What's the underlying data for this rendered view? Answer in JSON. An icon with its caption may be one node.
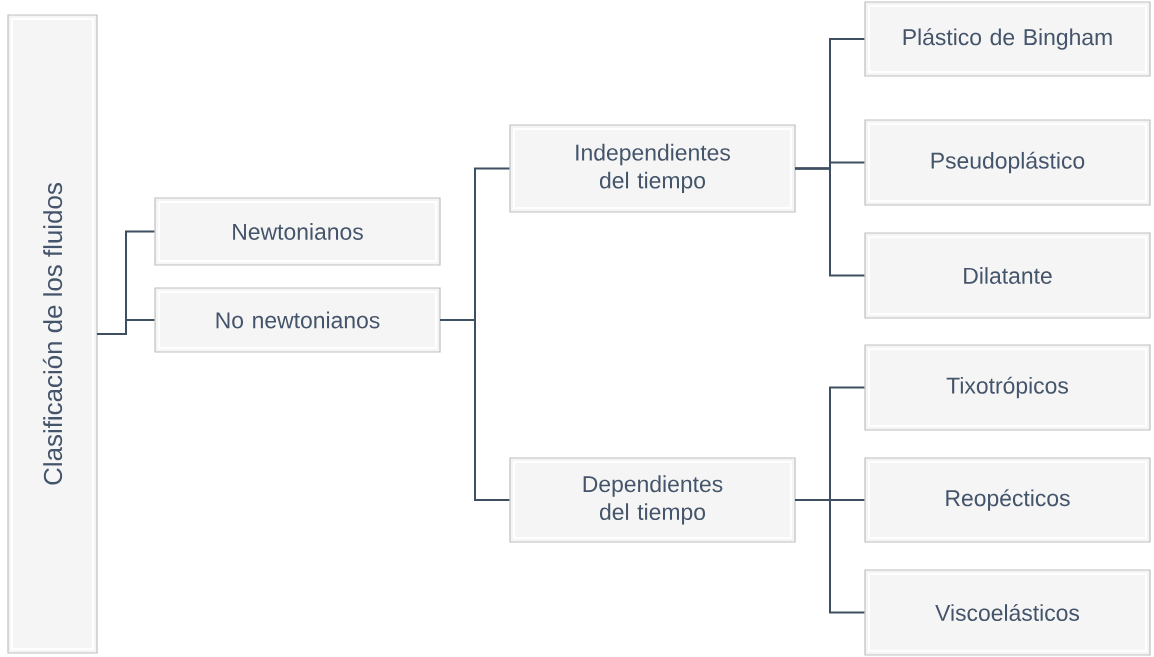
{
  "diagram": {
    "nodes": [
      {
        "text": [
          "Clasificación de los fluidos"
        ]
      },
      {
        "text": [
          "Newtonianos"
        ]
      },
      {
        "text": [
          "No newtonianos"
        ]
      },
      {
        "text": [
          "Independientes del tiempo"
        ]
      },
      {
        "text": [
          "Dependientes del tiempo"
        ]
      },
      {
        "text": [
          "Plástico de Bingham"
        ]
      },
      {
        "text": [
          "Pseudoplástico"
        ]
      },
      {
        "text": [
          "Dilatante"
        ]
      },
      {
        "text": [
          "Tixotrópicos"
        ]
      },
      {
        "text": [
          "Reopécticos"
        ]
      },
      {
        "text": [
          "Viscoelásticos"
        ]
      }
    ],
    "edges": [
      {
        "from": 0,
        "to": 1,
        "arrow": "none"
      },
      {
        "from": 0,
        "to": 2,
        "arrow": "none"
      },
      {
        "from": 2,
        "to": 3,
        "arrow": "none"
      },
      {
        "from": 2,
        "to": 4,
        "arrow": "none"
      },
      {
        "from": 3,
        "to": 5,
        "arrow": "none"
      },
      {
        "from": 3,
        "to": 6,
        "arrow": "none"
      },
      {
        "from": 3,
        "to": 7,
        "arrow": "none"
      },
      {
        "from": 4,
        "to": 8,
        "arrow": "none"
      },
      {
        "from": 4,
        "to": 9,
        "arrow": "none"
      },
      {
        "from": 4,
        "to": 10,
        "arrow": "none"
      }
    ]
  }
}
